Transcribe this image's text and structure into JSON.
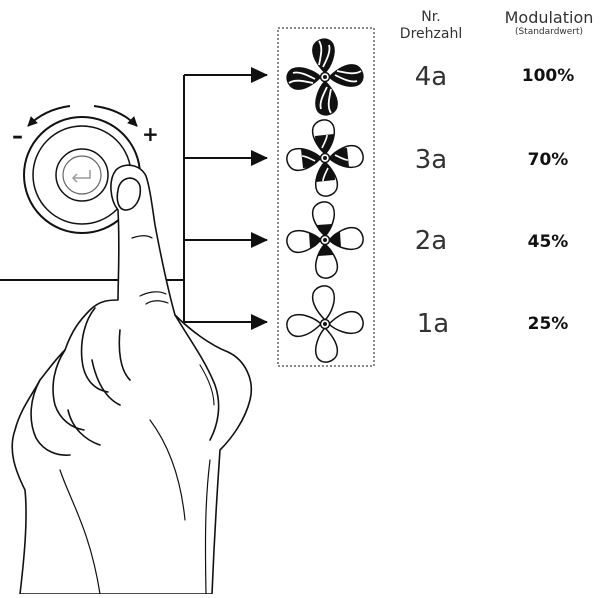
{
  "header": {
    "nr_label": "Nr.",
    "speed_label": "Drehzahl",
    "modulation_label": "Modulation",
    "modulation_sub": "(Standardwert)"
  },
  "knob": {
    "minus": "–",
    "plus": "+"
  },
  "levels": [
    {
      "speed": "4a",
      "modulation": "100%"
    },
    {
      "speed": "3a",
      "modulation": "70%"
    },
    {
      "speed": "2a",
      "modulation": "45%"
    },
    {
      "speed": "1a",
      "modulation": "25%"
    }
  ],
  "colors": {
    "ink": "#111111",
    "text": "#333333"
  }
}
